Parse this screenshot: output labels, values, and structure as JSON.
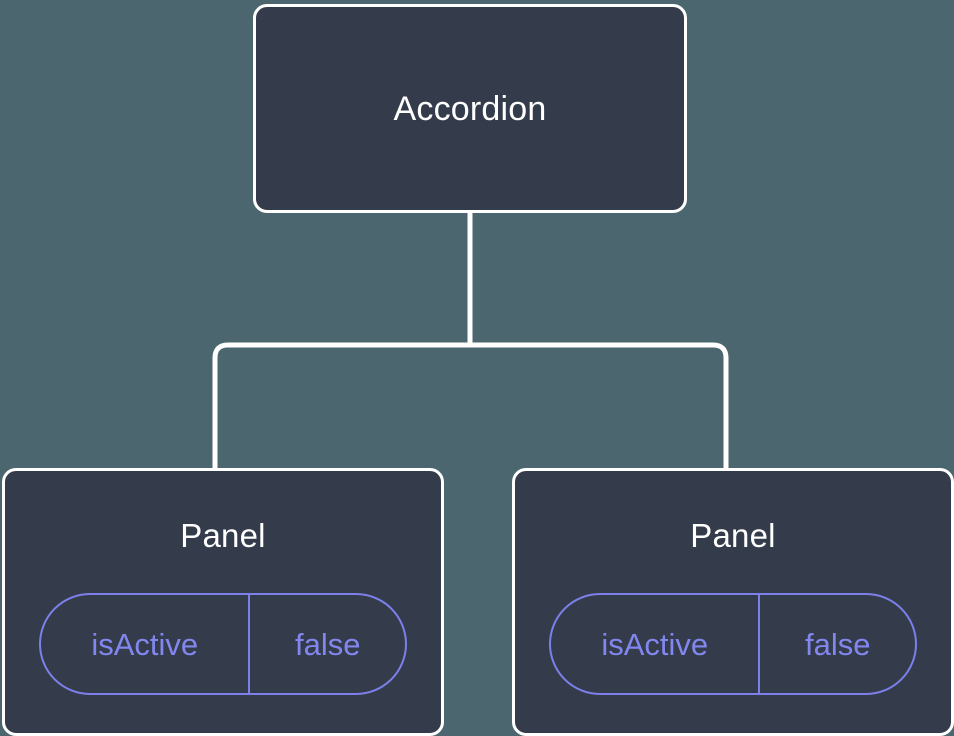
{
  "diagram": {
    "type": "component-tree",
    "background_color": "#4c666f",
    "node_fill_color": "#343b4a",
    "node_border_color": "#ffffff",
    "connector_color": "#ffffff",
    "chip_color": "#8287ef",
    "root": {
      "label": "Accordion"
    },
    "children": [
      {
        "label": "Panel",
        "state": {
          "key": "isActive",
          "value": "false"
        }
      },
      {
        "label": "Panel",
        "state": {
          "key": "isActive",
          "value": "false"
        }
      }
    ]
  }
}
